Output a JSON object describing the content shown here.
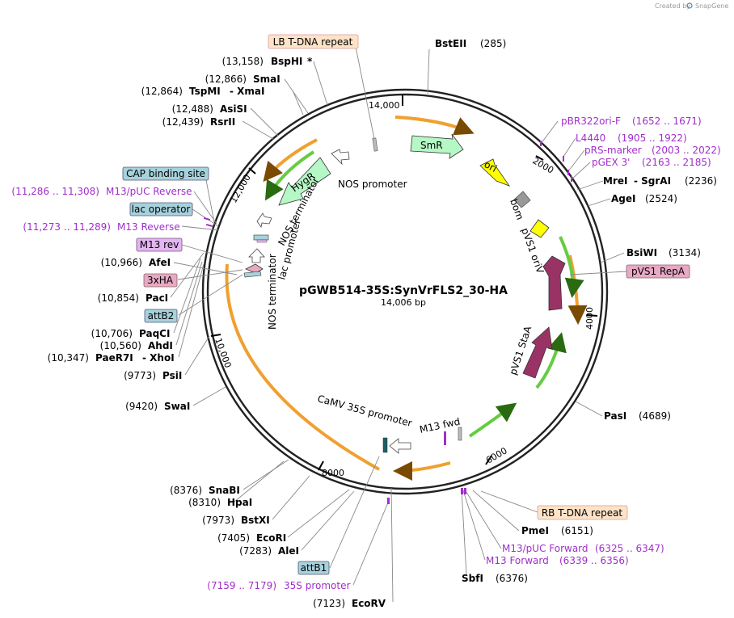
{
  "credit": {
    "created_by": "Created by",
    "brand": "SnapGene"
  },
  "plasmid": {
    "name": "pGWB514-35S:SynVrFLS2_30-HA",
    "size": "14,006 bp"
  },
  "ticks": [
    "14,000",
    "2000",
    "4000",
    "6000",
    "8000",
    "10,000",
    "12,000"
  ],
  "features": {
    "smr": "SmR",
    "ori": "ori",
    "bom": "bom",
    "pvs1_oriv": "pVS1 oriV",
    "pvs1_staa": "pVS1 StaA",
    "hygr": "HygR",
    "nos_promoter": "NOS promoter",
    "nos_terminator_top": "NOS terminator",
    "lac_promoter": "lac promoter",
    "nos_terminator_bottom": "NOS terminator",
    "camv_35s_promoter": "CaMV 35S promoter",
    "m13_fwd": "M13 fwd"
  },
  "labels": {
    "lb_tdna": "LB T-DNA repeat",
    "bsphi_pos": "(13,158)",
    "bsphi": "BspHI",
    "bsphi_star": "*",
    "smai_pos": "(12,866)",
    "smai": "SmaI",
    "tspmi_pos": "(12,864)",
    "tspmi": "TspMI",
    "xmai": "- XmaI",
    "asisi_pos": "(12,488)",
    "asisi": "AsiSI",
    "rsrii_pos": "(12,439)",
    "rsrii": "RsrII",
    "cap_binding": "CAP binding site",
    "m13puc_rev_pos": "(11,286 .. 11,308)",
    "m13puc_rev": "M13/pUC Reverse",
    "lac_operator": "lac operator",
    "m13_reverse_pos": "(11,273 .. 11,289)",
    "m13_reverse": "M13 Reverse",
    "m13_rev": "M13 rev",
    "afei_pos": "(10,966)",
    "afei": "AfeI",
    "ha3x": "3xHA",
    "paci_pos": "(10,854)",
    "paci": "PacI",
    "attb2": "attB2",
    "paqci_pos": "(10,706)",
    "paqci": "PaqCI",
    "ahdi_pos": "(10,560)",
    "ahdi": "AhdI",
    "paer7i_pos": "(10,347)",
    "paer7i": "PaeR7I",
    "xhoi": "- XhoI",
    "psii_pos": "(9773)",
    "psii": "PsiI",
    "swai_pos": "(9420)",
    "swai": "SwaI",
    "snabi_pos": "(8376)",
    "snabi": "SnaBI",
    "hpai_pos": "(8310)",
    "hpai": "HpaI",
    "bstxi_pos": "(7973)",
    "bstxi": "BstXI",
    "ecori_pos": "(7405)",
    "ecori": "EcoRI",
    "alei_pos": "(7283)",
    "alei": "AleI",
    "attb1": "attB1",
    "p35s_pos": "(7159 .. 7179)",
    "p35s": "35S promoter",
    "ecorv_pos": "(7123)",
    "ecorv": "EcoRV",
    "bsteii": "BstEII",
    "bsteii_pos": "(285)",
    "pbr322_ori_f": "pBR322ori-F",
    "pbr322_ori_f_pos": "(1652 .. 1671)",
    "l4440": "L4440",
    "l4440_pos": "(1905 .. 1922)",
    "prs_marker": "pRS-marker",
    "prs_marker_pos": "(2003 .. 2022)",
    "pgex3": "pGEX 3'",
    "pgex3_pos": "(2163 .. 2185)",
    "mrei": "MreI",
    "sgrai": "- SgrAI",
    "sgrai_pos": "(2236)",
    "agei": "AgeI",
    "agei_pos": "(2524)",
    "bsiwi": "BsiWI",
    "bsiwi_pos": "(3134)",
    "pvs1_repa": "pVS1 RepA",
    "pasi": "PasI",
    "pasi_pos": "(4689)",
    "rb_tdna": "RB T-DNA repeat",
    "pmei": "PmeI",
    "pmei_pos": "(6151)",
    "m13puc_fwd": "M13/pUC Forward",
    "m13puc_fwd_pos": "(6325 .. 6347)",
    "m13_forward": "M13 Forward",
    "m13_forward_pos": "(6339 .. 6356)",
    "sbfi": "SbfI",
    "sbfi_pos": "(6376)"
  },
  "colors": {
    "backbone": "#222222",
    "orange_arrow": "#f0a030",
    "green_arrow": "#66cc44",
    "smr_fill": "#b6f7c6",
    "hygr_fill": "#b6f7c6",
    "ori_fill": "#ffff00",
    "maroon_fill": "#993366",
    "magenta_text": "#a12ecb",
    "lb_rb_fill": "#fde3c8",
    "tag_blue_fill": "#a6d2dc",
    "tag_pink_fill": "#e8a9c4",
    "tag_purple_fill": "#e3b5f2"
  }
}
